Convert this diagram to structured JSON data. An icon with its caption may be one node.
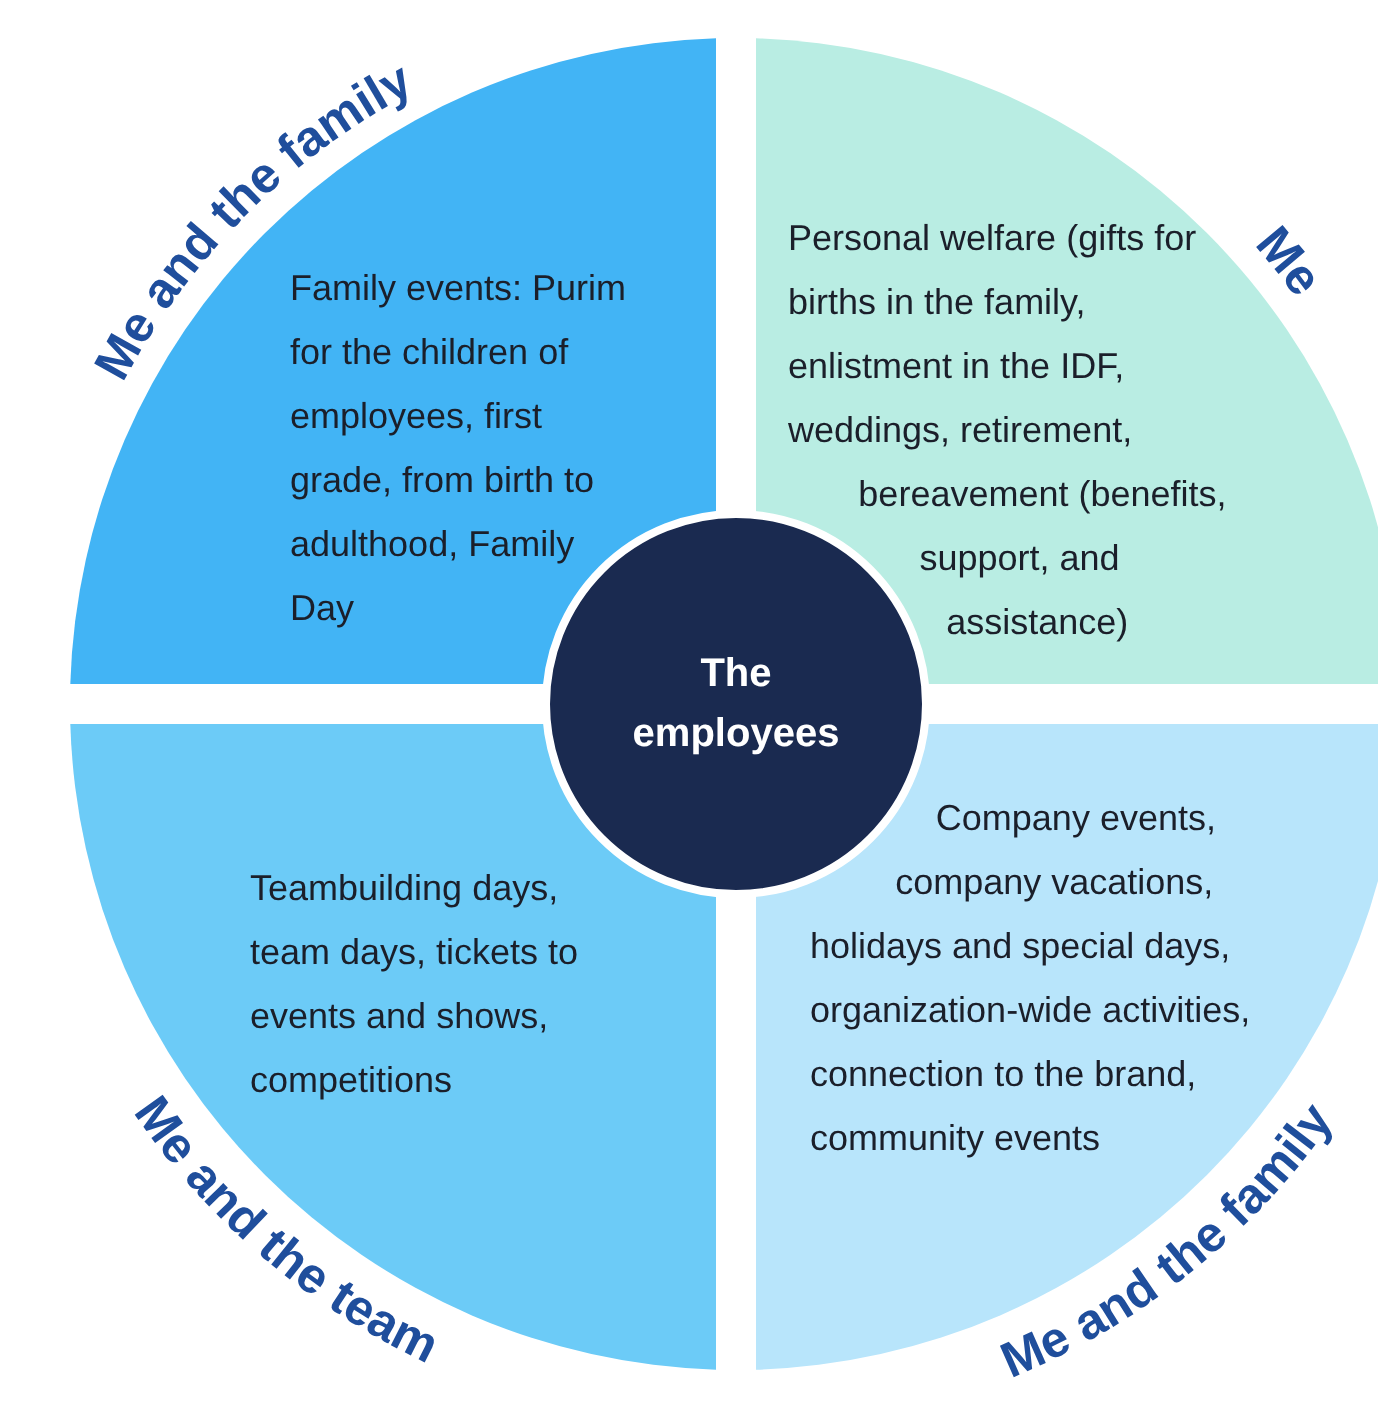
{
  "diagram": {
    "nodes": [
      {
        "text": [
          "Me and the family",
          "Family events: Purim for the children of employees, first grade, from birth to adulthood, Family Day"
        ]
      },
      {
        "text": [
          "Personal welfare (gifts for births in the family, enlistment in the IDF, weddings, retirement, bereavement (benefits, support, and assistance)",
          "Me"
        ]
      },
      {
        "text": [
          "The employees"
        ]
      },
      {
        "text": [
          "Teambuilding days, team days, tickets to events and shows, competitions",
          "Me and the team"
        ]
      },
      {
        "text": [
          "Company events, company vacations, holidays and special days, organization-wide activities, connection to the brand, community events",
          "Me and the family"
        ]
      }
    ]
  }
}
